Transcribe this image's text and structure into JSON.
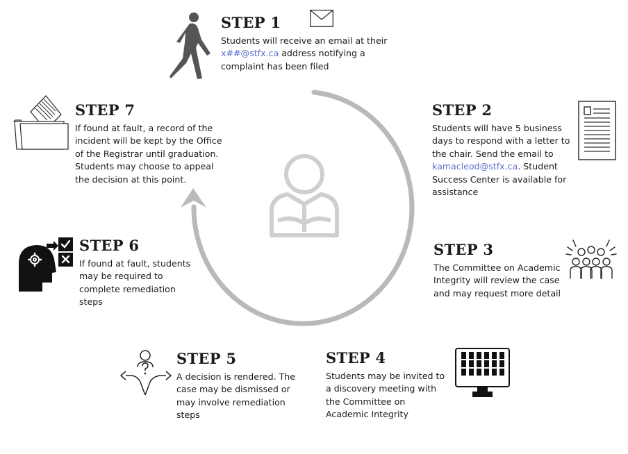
{
  "colors": {
    "text": "#1a1a1a",
    "link": "#5b6fd0",
    "cycle": "#b9b9b9",
    "icon": "#111111"
  },
  "steps": [
    {
      "title": "STEP 1",
      "pre": "Students will receive an email at their ",
      "link": "x##@stfx.ca",
      "post": " address notifying a complaint has been filed",
      "icons": [
        "walking-person-icon",
        "envelope-icon"
      ]
    },
    {
      "title": "STEP 2",
      "pre": "Students will have 5 business days to respond with a letter to the chair.  Send the email to ",
      "link": "kamacleod@stfx.ca",
      "post": ". Student Success Center is available for assistance",
      "icons": [
        "document-icon"
      ]
    },
    {
      "title": "STEP 3",
      "text": "The Committee on Academic Integrity will review the case and may request more detail",
      "icons": [
        "committee-group-icon"
      ]
    },
    {
      "title": "STEP 4",
      "text": "Students may be invited to a discovery meeting with the Committee on Academic Integrity",
      "icons": [
        "video-meeting-icon"
      ]
    },
    {
      "title": "STEP 5",
      "text": "A decision is rendered. The case may be dismissed or may involve remediation steps",
      "icons": [
        "decision-crossroads-icon"
      ]
    },
    {
      "title": "STEP 6",
      "text": "If found at fault, students may be required to complete remediation steps",
      "icons": [
        "head-checklist-icon"
      ]
    },
    {
      "title": "STEP 7",
      "text": "If found at fault, a record of the incident will be kept by the Office of the Registrar until graduation.  Students may choose to appeal the decision at this point.",
      "icons": [
        "records-folder-icon"
      ]
    }
  ],
  "center": {
    "icons": [
      "student-reading-icon",
      "cycle-arrow-icon"
    ]
  }
}
